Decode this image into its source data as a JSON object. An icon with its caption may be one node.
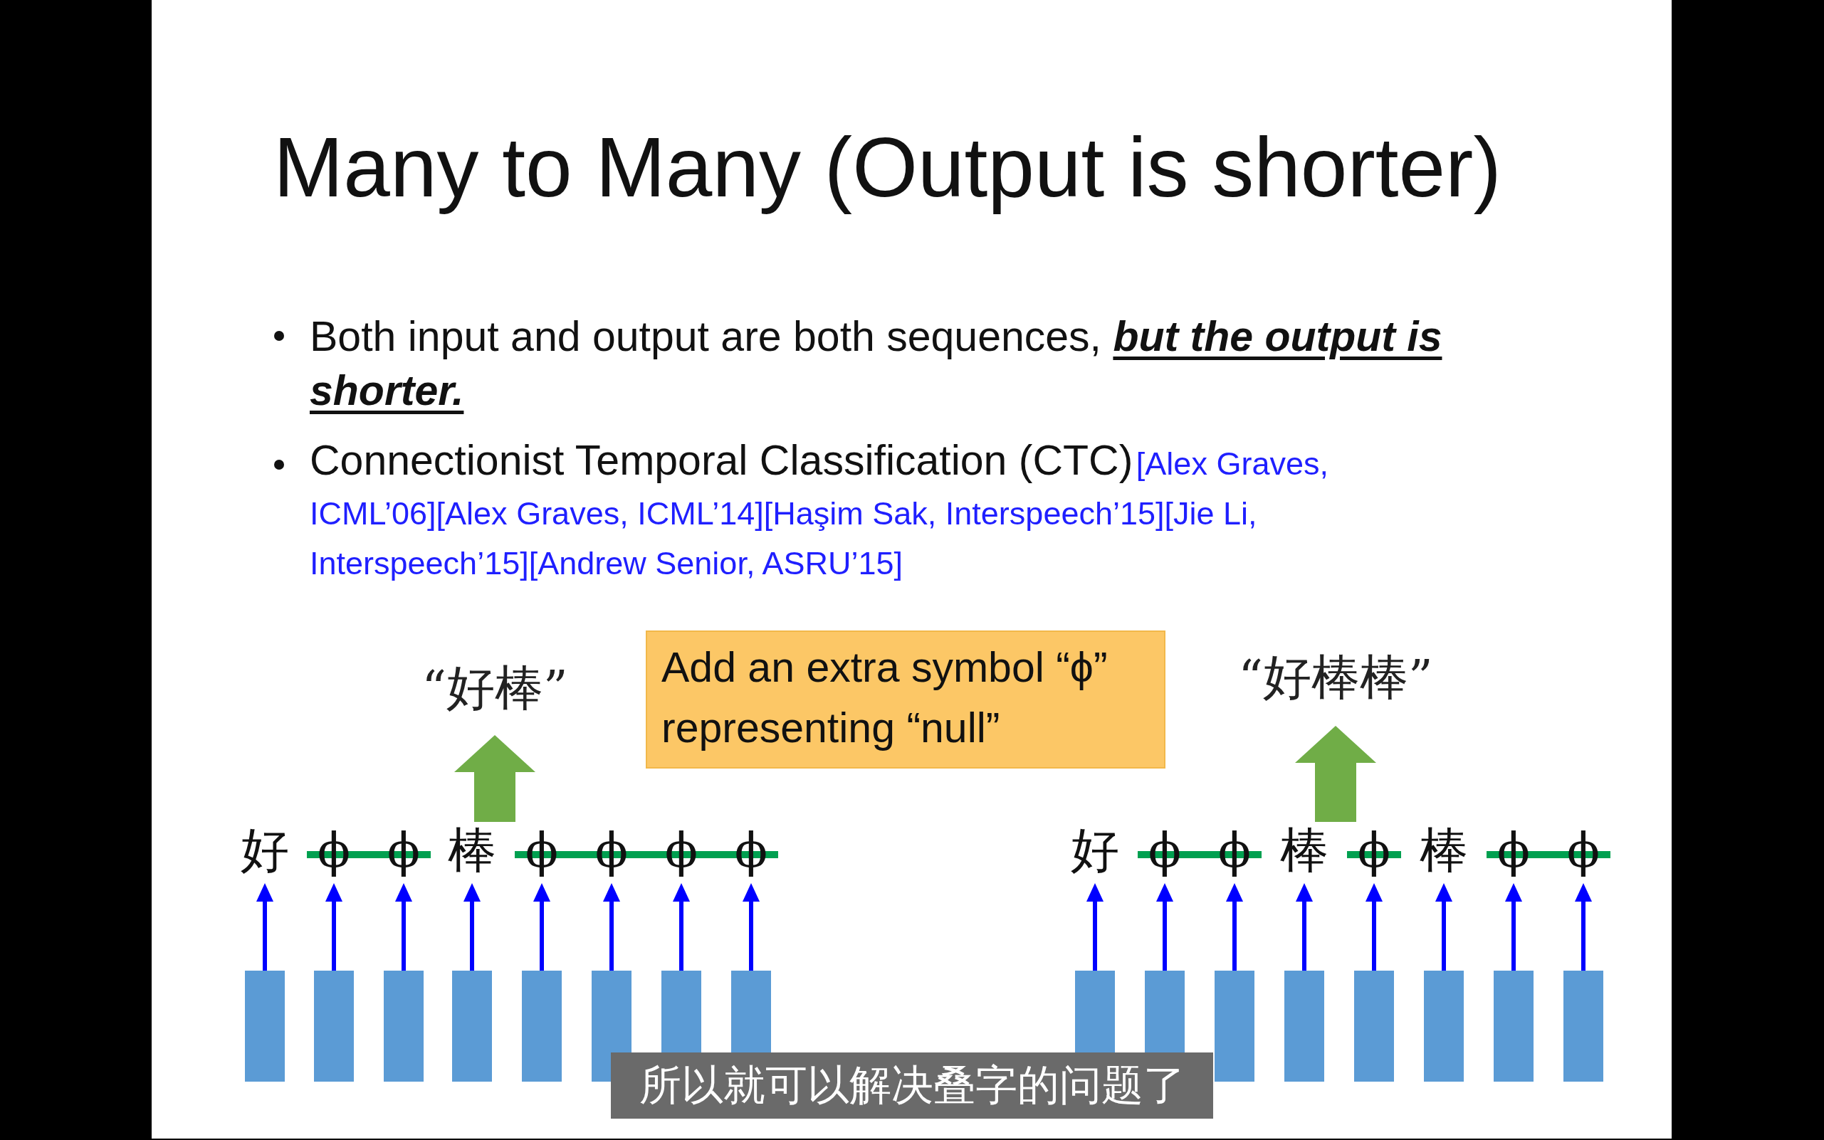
{
  "diagram": {
    "title": "Many to Many (Output is shorter)",
    "nodes": [
      {
        "text": [
          "“好棒”"
        ]
      },
      {
        "text": [
          "Add an extra symbol “ϕ” representing “null”"
        ]
      },
      {
        "text": [
          "“好棒棒”"
        ]
      },
      {
        "text": [
          "好"
        ]
      },
      {
        "text": [
          "ϕ"
        ]
      },
      {
        "text": [
          "ϕ"
        ]
      },
      {
        "text": [
          "棒"
        ]
      },
      {
        "text": [
          "ϕ"
        ]
      },
      {
        "text": [
          "ϕ"
        ]
      },
      {
        "text": [
          "ϕ"
        ]
      },
      {
        "text": [
          "ϕ"
        ]
      },
      {
        "text": [
          "好"
        ]
      },
      {
        "text": [
          "ϕ"
        ]
      },
      {
        "text": [
          "ϕ"
        ]
      },
      {
        "text": [
          "棒"
        ]
      },
      {
        "text": [
          "ϕ"
        ]
      },
      {
        "text": [
          "棒"
        ]
      },
      {
        "text": [
          "ϕ"
        ]
      },
      {
        "text": [
          "ϕ"
        ]
      },
      {
        "text": [],
        "shape": "bar"
      },
      {
        "text": [],
        "shape": "bar"
      },
      {
        "text": [],
        "shape": "bar"
      },
      {
        "text": [],
        "shape": "bar"
      },
      {
        "text": [],
        "shape": "bar"
      },
      {
        "text": [],
        "shape": "bar"
      },
      {
        "text": [],
        "shape": "bar"
      },
      {
        "text": [],
        "shape": "bar"
      },
      {
        "text": [],
        "shape": "bar"
      },
      {
        "text": [],
        "shape": "bar"
      },
      {
        "text": [],
        "shape": "bar"
      },
      {
        "text": [],
        "shape": "bar"
      },
      {
        "text": [],
        "shape": "bar"
      },
      {
        "text": [],
        "shape": "bar"
      },
      {
        "text": [],
        "shape": "bar"
      },
      {
        "text": [],
        "shape": "bar"
      }
    ],
    "edges": [
      {
        "from": 19,
        "to": 3,
        "arrow": "to"
      },
      {
        "from": 20,
        "to": 4,
        "arrow": "to"
      },
      {
        "from": 21,
        "to": 5,
        "arrow": "to"
      },
      {
        "from": 22,
        "to": 6,
        "arrow": "to"
      },
      {
        "from": 23,
        "to": 7,
        "arrow": "to"
      },
      {
        "from": 24,
        "to": 8,
        "arrow": "to"
      },
      {
        "from": 25,
        "to": 9,
        "arrow": "to"
      },
      {
        "from": 26,
        "to": 10,
        "arrow": "to"
      },
      {
        "from": 27,
        "to": 11,
        "arrow": "to"
      },
      {
        "from": 28,
        "to": 12,
        "arrow": "to"
      },
      {
        "from": 29,
        "to": 13,
        "arrow": "to"
      },
      {
        "from": 30,
        "to": 14,
        "arrow": "to"
      },
      {
        "from": 31,
        "to": 15,
        "arrow": "to"
      },
      {
        "from": 32,
        "to": 16,
        "arrow": "to"
      },
      {
        "from": 33,
        "to": 17,
        "arrow": "to"
      },
      {
        "from": 34,
        "to": 18,
        "arrow": "to"
      },
      {
        "from": 6,
        "to": 0,
        "arrow": "to",
        "style": "thick",
        "color": "#70ad47"
      },
      {
        "from": 14,
        "to": 2,
        "arrow": "to",
        "style": "thick",
        "color": "#70ad47"
      }
    ],
    "labels": [
      "Both input and output are both sequences, **but the output is shorter.**",
      "Connectionist Temporal Classification (CTC)",
      "[Alex Graves, ICML’06][Alex Graves, ICML’14][Haşim Sak, Interspeech’15][Jie Li, Interspeech’15][Andrew Senior, ASRU’15]",
      "所以就可以解决叠字的问题了"
    ]
  }
}
